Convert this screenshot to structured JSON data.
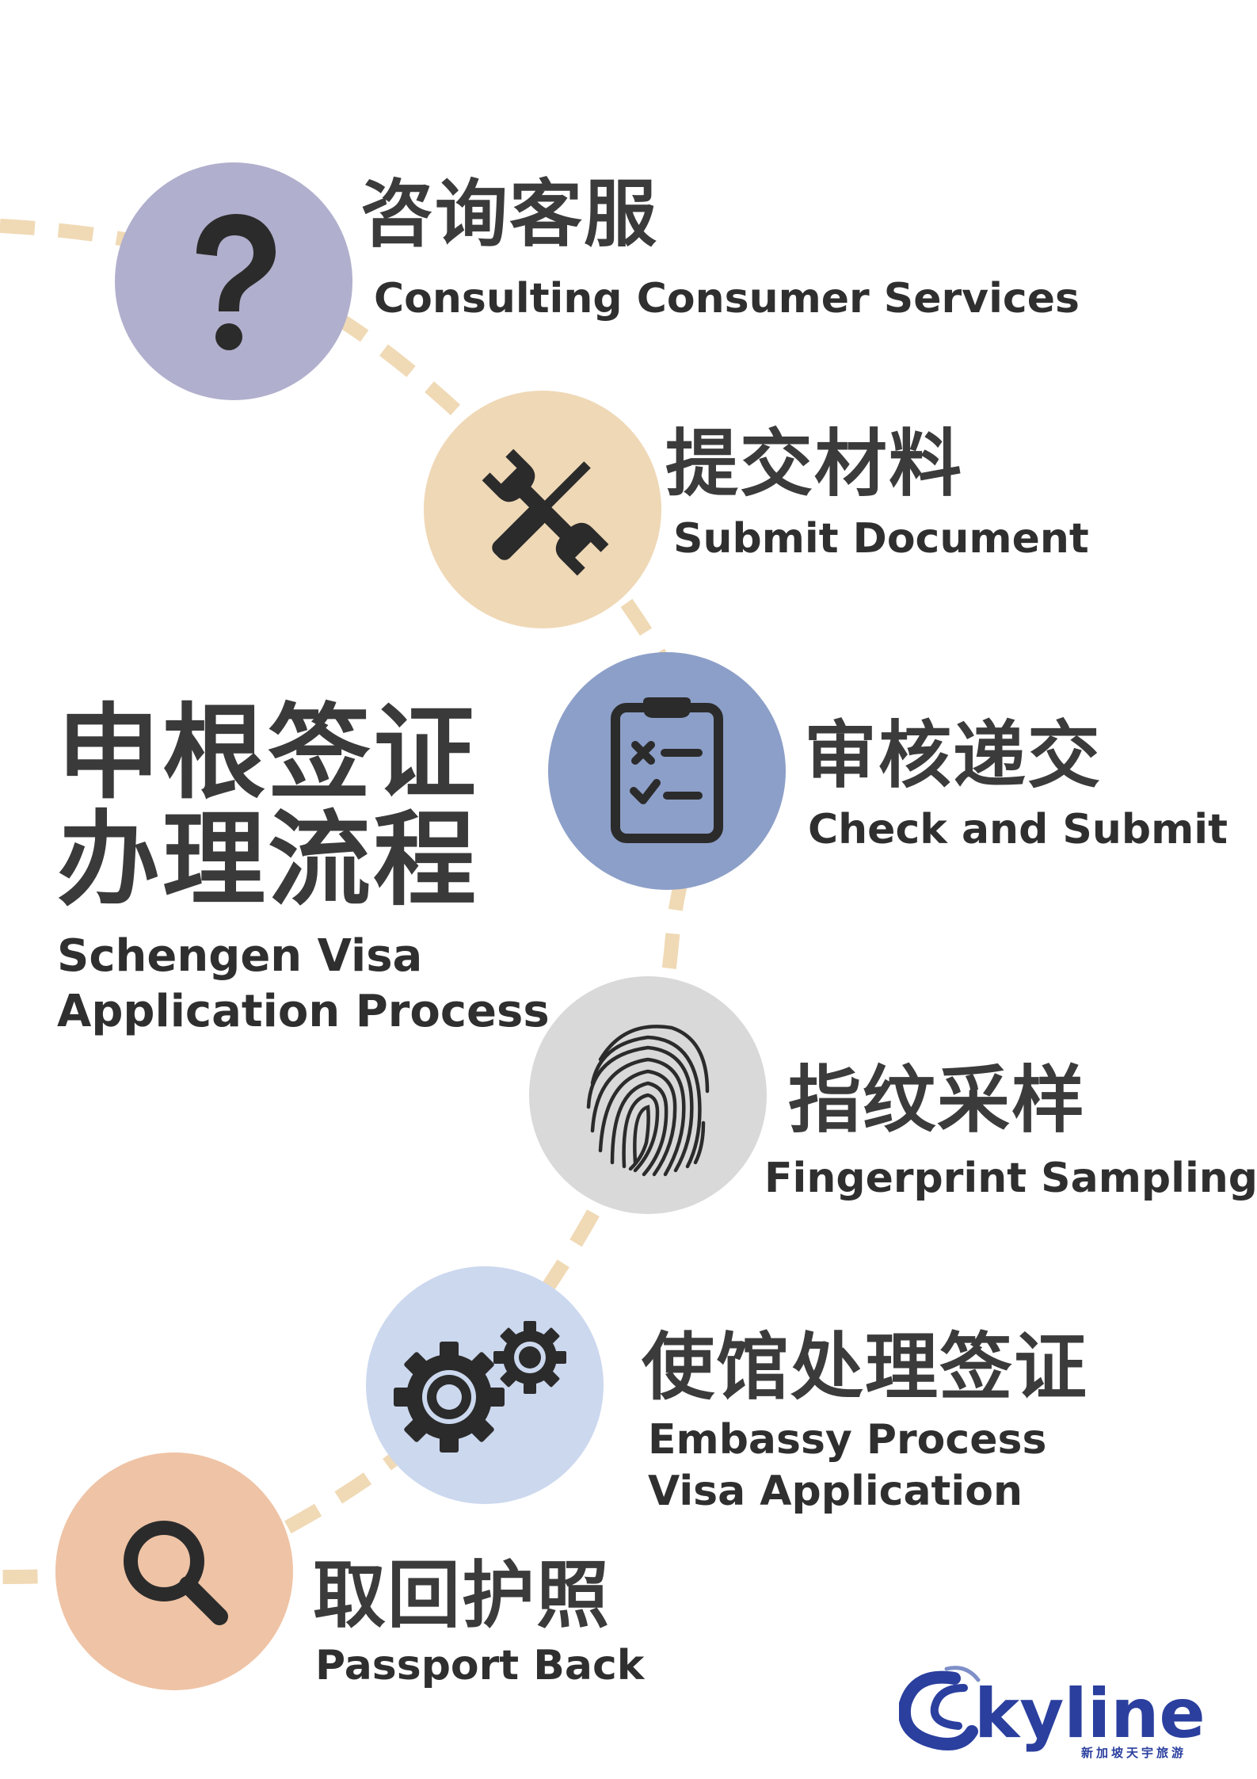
{
  "title": {
    "zh_line1": "申根签证",
    "zh_line2": "办理流程",
    "en_line1": "Schengen Visa",
    "en_line2": "Application Process"
  },
  "steps": [
    {
      "zh": "咨询客服",
      "en_lines": [
        "Consulting Consumer Services"
      ],
      "icon": "question-mark-icon",
      "color": "#b0afcd"
    },
    {
      "zh": "提交材料",
      "en_lines": [
        "Submit Document"
      ],
      "icon": "tools-icon",
      "color": "#efd8b6"
    },
    {
      "zh": "审核递交",
      "en_lines": [
        "Check and Submit"
      ],
      "icon": "clipboard-checklist-icon",
      "color": "#8c9fc8"
    },
    {
      "zh": "指纹采样",
      "en_lines": [
        "Fingerprint Sampling"
      ],
      "icon": "fingerprint-icon",
      "color": "#d9d9d9"
    },
    {
      "zh": "使馆处理签证",
      "en_lines": [
        "Embassy Process",
        "Visa Application"
      ],
      "icon": "gears-icon",
      "color": "#ccd8ee"
    },
    {
      "zh": "取回护照",
      "en_lines": [
        "Passport Back"
      ],
      "icon": "search-icon",
      "color": "#efc3a5"
    }
  ],
  "logo": {
    "brand": "Skyline",
    "tagline": "新加坡天宇旅游"
  },
  "colors": {
    "path": "#f0d9b5",
    "icon": "#2b2b2b",
    "brand": "#2a3f9e"
  }
}
